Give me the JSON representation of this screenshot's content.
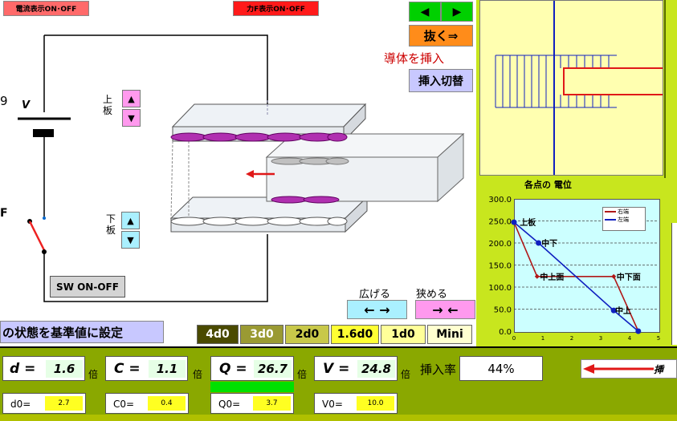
{
  "toggles": {
    "current_display": "電流表示ON･OFF",
    "force_display": "力F表示ON･OFF"
  },
  "controls": {
    "nav_left": "◀",
    "nav_right": "▶",
    "pull_button": "抜く⇒",
    "insert_label": "導体を挿入",
    "insert_switch": "挿入切替",
    "upper_plate_label": "上板",
    "lower_plate_label": "下板",
    "sw_button": "SW ON-OFF",
    "widen_label": "広げる",
    "narrow_label": "狭める",
    "widen_arrows": "← →",
    "narrow_arrows": "→ ←",
    "set_reference": "の状態を基準値に設定"
  },
  "circuit": {
    "voltage_label": "V",
    "left_partial_top": "9",
    "left_partial_mid": "F"
  },
  "distance_buttons": [
    {
      "label": "4d0",
      "bg": "#4a4a00",
      "fg": "#ffffff"
    },
    {
      "label": "3d0",
      "bg": "#9a9a33",
      "fg": "#ffffff"
    },
    {
      "label": "2d0",
      "bg": "#c8c84a",
      "fg": "#000000"
    },
    {
      "label": "1.6d0",
      "bg": "#ffff33",
      "fg": "#000000"
    },
    {
      "label": "1d0",
      "bg": "#ffff99",
      "fg": "#000000"
    },
    {
      "label": "Mini",
      "bg": "#ffffd0",
      "fg": "#000000"
    }
  ],
  "readouts": {
    "d_label": "d =",
    "d_value": "1.6",
    "c_label": "C =",
    "c_value": "1.1",
    "q_label": "Q =",
    "q_value": "26.7",
    "v_label": "V =",
    "v_value": "24.8",
    "unit": "倍",
    "insert_rate_label": "挿入率",
    "insert_rate_value": "44%",
    "far_right_label": "挿"
  },
  "reference": {
    "d0_label": "d0=",
    "d0_value": "2.7",
    "c0_label": "C0=",
    "c0_value": "0.4",
    "q0_label": "Q0=",
    "q0_value": "3.7",
    "v0_label": "V0=",
    "v0_value": "10.0"
  },
  "chart_data": {
    "type": "line",
    "title": "各点の 電位",
    "ylim": [
      0,
      300
    ],
    "xlim": [
      0,
      5
    ],
    "y_ticks": [
      "300.0",
      "250.0",
      "200.0",
      "150.0",
      "100.0",
      "50.0",
      "0.0"
    ],
    "x_ticks": [
      "0",
      "1",
      "2",
      "3",
      "4",
      "5"
    ],
    "legend_position": "top-right",
    "series": [
      {
        "name": "右端",
        "color": "#b01818",
        "x": [
          0,
          0.8,
          3.45,
          4.3
        ],
        "y": [
          247,
          124,
          124,
          0
        ]
      },
      {
        "name": "左端",
        "color": "#1020c0",
        "x": [
          0,
          0.85,
          3.45,
          4.3
        ],
        "y": [
          247,
          200,
          47,
          0
        ]
      }
    ],
    "annotations": [
      {
        "text": "上板",
        "x": 0.2,
        "y": 247
      },
      {
        "text": "中下",
        "x": 0.95,
        "y": 200
      },
      {
        "text": "中上面",
        "x": 0.9,
        "y": 124
      },
      {
        "text": "中下面",
        "x": 3.55,
        "y": 124
      },
      {
        "text": "中上",
        "x": 3.5,
        "y": 47
      }
    ]
  }
}
